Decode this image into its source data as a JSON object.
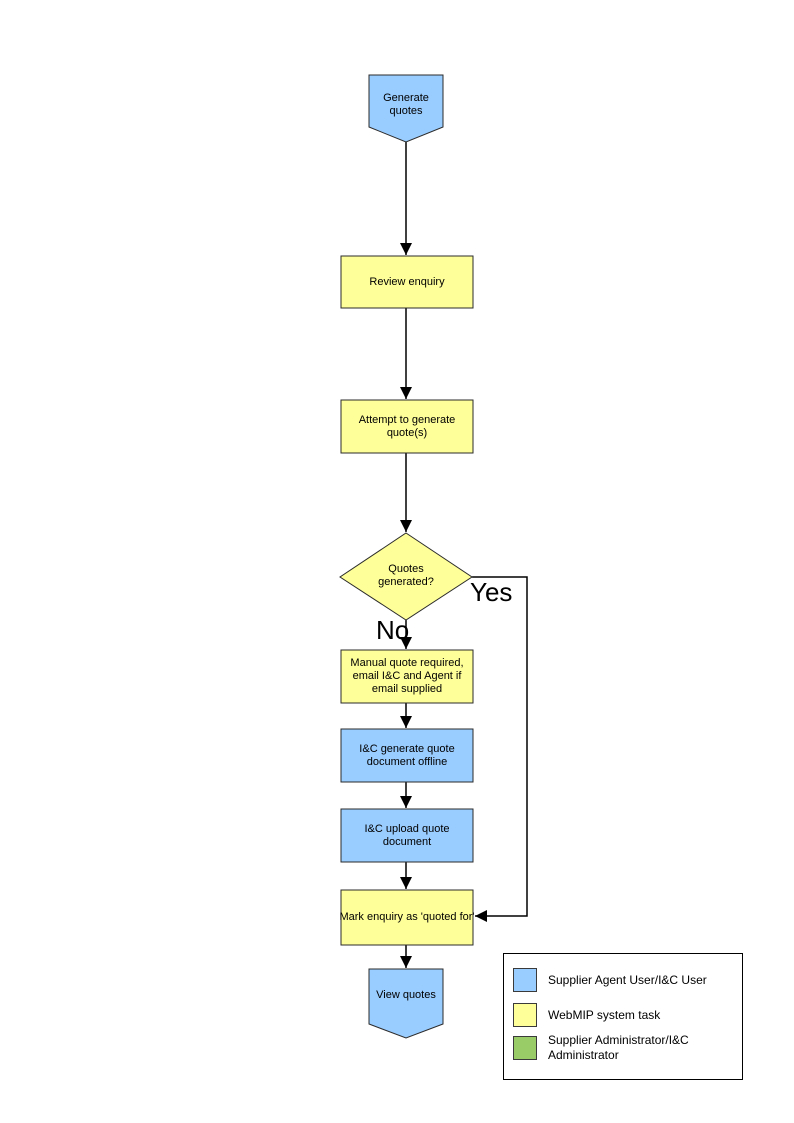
{
  "colors": {
    "process_blue": "#99CCFF",
    "process_yellow": "#FFFF99",
    "legend_green": "#99CC66",
    "line": "#000000",
    "shape_border": "#2b2b2b"
  },
  "nodes": {
    "start": {
      "label": "Generate quotes",
      "type": "terminator"
    },
    "review_enquiry": {
      "label": "Review enquiry",
      "type": "process"
    },
    "attempt_generate": {
      "label": "Attempt to generate quote(s)",
      "type": "process"
    },
    "quotes_generated": {
      "label": "Quotes generated?",
      "type": "decision"
    },
    "manual_quote": {
      "label": "Manual quote required, email I&C and Agent if email supplied",
      "type": "process"
    },
    "generate_offline": {
      "label": "I&C generate quote document offline",
      "type": "process"
    },
    "upload_document": {
      "label": "I&C upload quote document",
      "type": "process"
    },
    "mark_enquiry": {
      "label": "Mark enquiry as 'quoted for'",
      "type": "process"
    },
    "end": {
      "label": "View quotes",
      "type": "terminator"
    }
  },
  "branches": {
    "yes_label": "Yes",
    "no_label": "No"
  },
  "legend": {
    "items": [
      {
        "label": "Supplier Agent User/I&C User",
        "color": "#99CCFF"
      },
      {
        "label": "WebMIP system task",
        "color": "#FFFF99"
      },
      {
        "label": "Supplier Administrator/I&C Administrator",
        "color": "#99CC66"
      }
    ]
  }
}
